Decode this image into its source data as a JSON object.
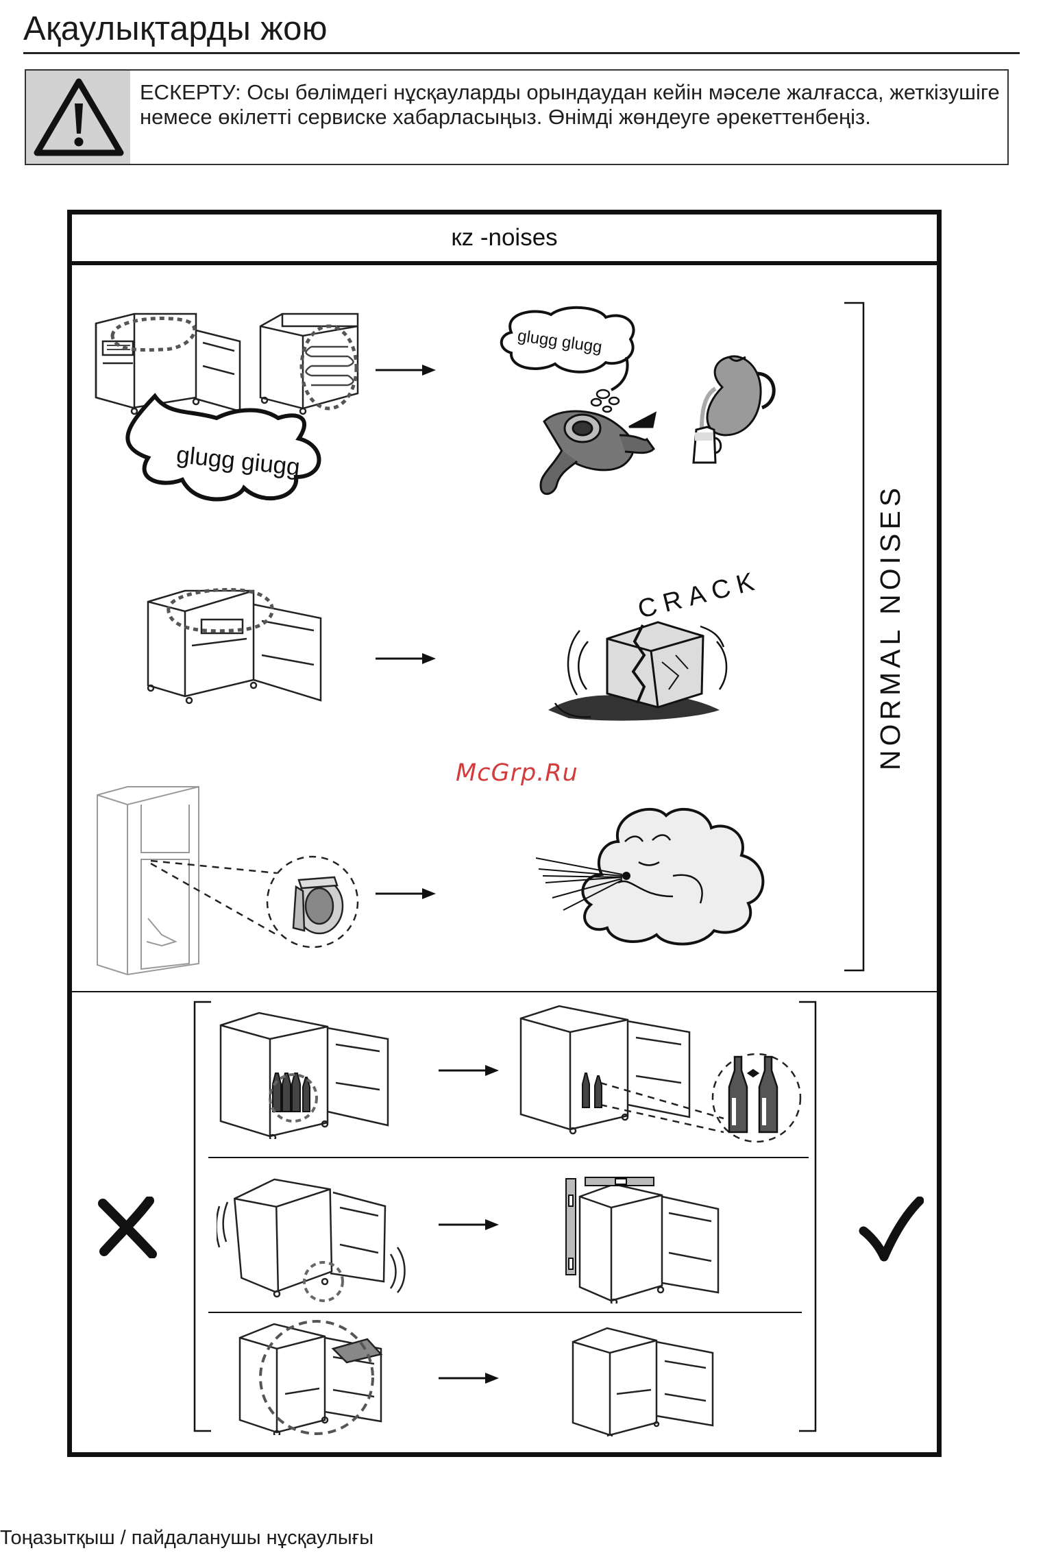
{
  "page": {
    "title": "Ақаулықтарды жою",
    "footer": "Тоңазытқыш / пайдаланушы нұсқаулығы"
  },
  "warning": {
    "icon": "warning-triangle-icon",
    "text": "ЕСКЕРТУ: Осы бөлімдегі нұсқауларды орындаудан кейін мәселе жалғасса, жеткізушіге немесе өкілетті сервиске хабарласыңыз. Өнімді жөндеуге әрекеттенбеңіз."
  },
  "noises": {
    "header": "кz -noises",
    "vertical_label": "NORMAL NOISES",
    "glugg_fridge": "glugg giugg",
    "glugg_diver": "glugg glugg",
    "crack": "CRACK"
  },
  "watermark": "McGrp.Ru",
  "colors": {
    "border": "#111111",
    "warning_bg": "#d2d2d2",
    "watermark": "#d43b3b"
  }
}
